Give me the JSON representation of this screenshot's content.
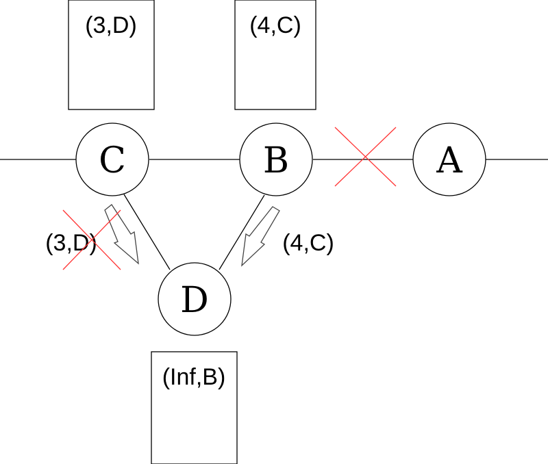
{
  "nodes": {
    "a": {
      "label": "A"
    },
    "b": {
      "label": "B"
    },
    "c": {
      "label": "C"
    },
    "d": {
      "label": "D"
    }
  },
  "tables": {
    "c": {
      "entry": "(3,D)"
    },
    "b": {
      "entry": "(4,C)"
    },
    "d": {
      "entry": "(Inf,B)"
    }
  },
  "messages": {
    "c_to_d": {
      "text": "(3,D)",
      "crossed": true
    },
    "b_to_d": {
      "text": "(4,C)",
      "crossed": false
    }
  },
  "link_failure": {
    "between": [
      "B",
      "A"
    ]
  },
  "colors": {
    "line": "#000000",
    "cross": "#ff3333",
    "arrow": "#444444",
    "fill": "#ffffff"
  }
}
